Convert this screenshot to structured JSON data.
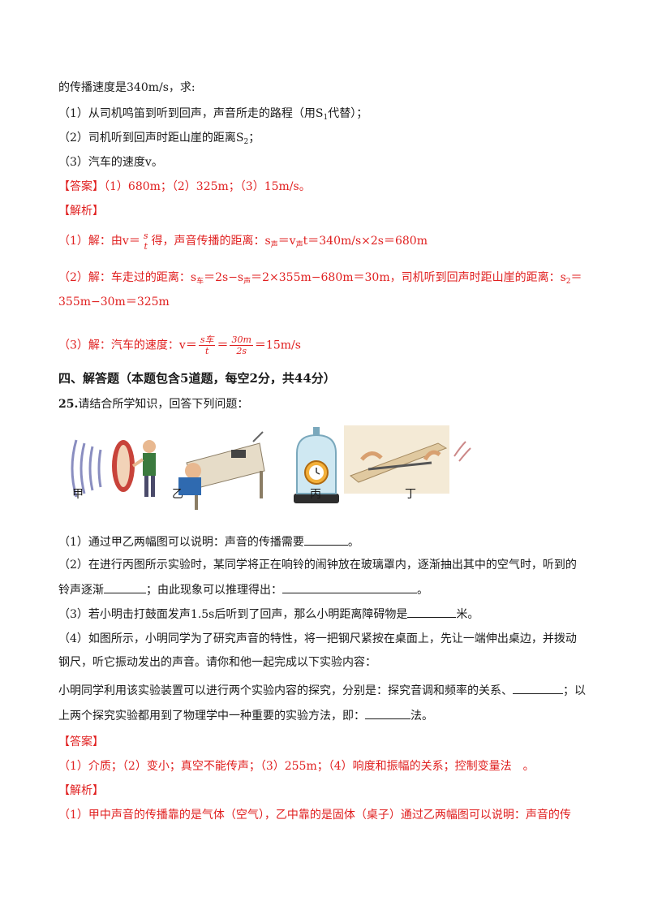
{
  "intro_line": "的传播速度是340m/s，求:",
  "q1": {
    "a": "（1）从司机鸣笛到听到回声，声音所走的路程（用S",
    "sub": "1",
    "b": "代替）；"
  },
  "q2": {
    "a": "（2）司机听到回声时距山崖的距离S",
    "sub": "2",
    "b": "；"
  },
  "q3": "（3）汽车的速度v。",
  "answer1": {
    "tag": "【答案】",
    "text": "（1）680m；（2）325m；（3）15m/s。"
  },
  "analysis1_tag": "【解析】",
  "sol1": {
    "a": "（1）解：由v＝",
    "frac_num": "s",
    "frac_den": "t",
    "b": "得，声音传播的距离：s",
    "sub": "声",
    "c": "＝v",
    "sub2": "声",
    "d": "t＝340m/s×2s＝680m"
  },
  "sol2": {
    "a": "（2）解：车走过的距离：s",
    "sub": "车",
    "b": "＝2s−s",
    "sub2": "声",
    "c": "＝2×355m−680m＝30m，司机听到回声时距山崖的距离：s",
    "sub3": "2",
    "d": "＝"
  },
  "sol2_cont": "355m−30m＝325m",
  "sol3": {
    "a": "（3）解：汽车的速度：v＝",
    "f1_num": "s车",
    "f1_den": "t",
    "mid": "＝",
    "f2_num": "30m",
    "f2_den": "2s",
    "b": "＝15m/s"
  },
  "section_title": "四、解答题（本题包含5道题，每空2分，共44分）",
  "q25": {
    "num": "25.",
    "text": "请结合所学知识，回答下列问题："
  },
  "figure_labels": [
    "甲",
    "乙",
    "丙",
    "丁"
  ],
  "p1": {
    "a": "（1）通过甲乙两幅图可以说明：声音的传播需要",
    "b": "。"
  },
  "p2": {
    "a": "（2）在进行丙图所示实验时，某同学将正在响铃的闹钟放在玻璃罩内，逐渐抽出其中的空气时，听到的"
  },
  "p2b": {
    "a": "铃声逐渐",
    "b": "；由此现象可以推理得出：",
    "c": "。"
  },
  "p3": {
    "a": "（3）若小明击打鼓面发声1.5s后听到了回声，那么小明距离障碍物是",
    "b": "米。"
  },
  "p4": "（4）如图所示，小明同学为了研究声音的特性，将一把钢尺紧按在桌面上，先让一端伸出桌边，并拨动",
  "p4b": "钢尺，听它振动发出的声音。请你和他一起完成以下实验内容：",
  "p5": {
    "a": "小明同学利用该实验装置可以进行两个实验内容的探究，分别是：探究音调和频率的关系、",
    "b": "；以"
  },
  "p5b": {
    "a": "上两个探究实验都用到了物理学中一种重要的实验方法，即：",
    "b": "法。"
  },
  "answer2": {
    "tag": "【答案】",
    "text": "（1）介质；（2）变小；真空不能传声；（3）255m；（4）响度和振幅的关系；控制变量法　。"
  },
  "analysis2_tag": "【解析】",
  "final_line": "（1）甲中声音的传播靠的是气体（空气），乙中靠的是固体（桌子）通过乙两幅图可以说明：声音的传"
}
